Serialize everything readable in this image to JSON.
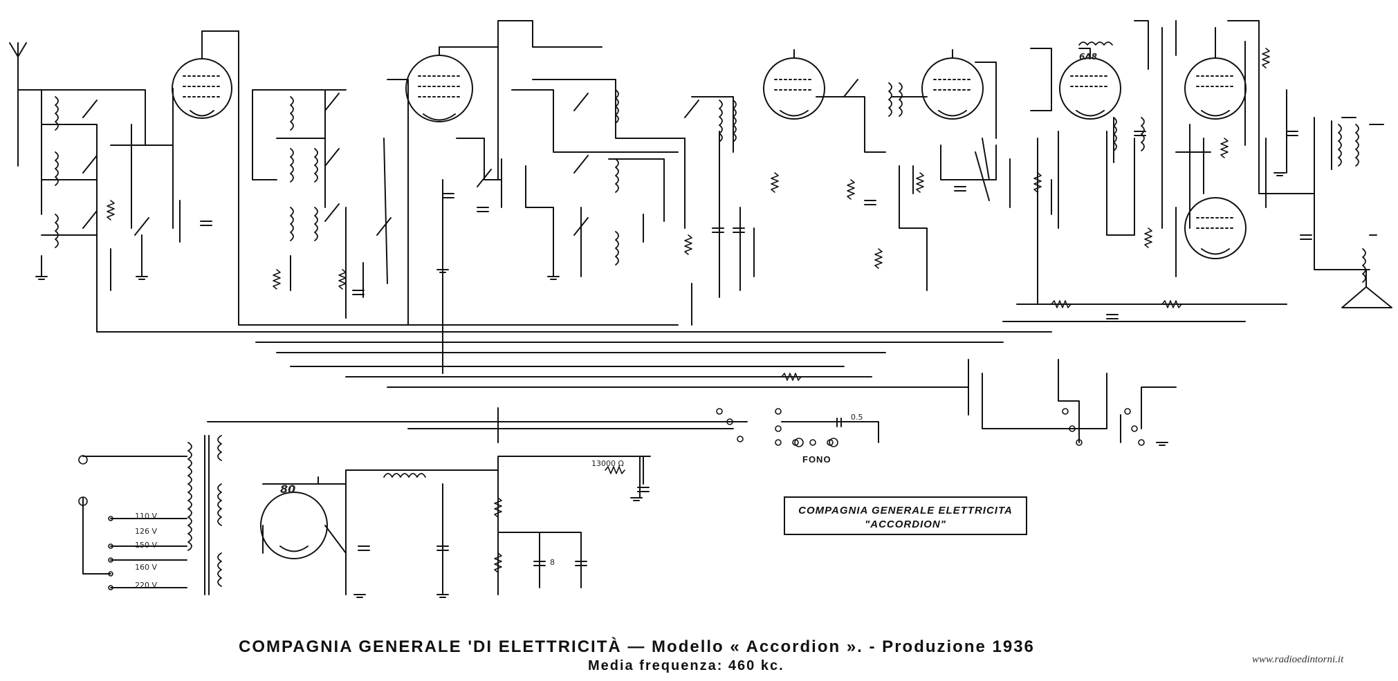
{
  "title_box": {
    "line1": "COMPAGNIA GENERALE ELETTRICITA",
    "line2": "\"ACCORDION\""
  },
  "caption": {
    "line1": "COMPAGNIA GENERALE 'DI ELETTRICITÀ  — Modello « Accordion ».  - Produzione 1936",
    "line2": "Media frequenza: 460 kc."
  },
  "watermark": "www.radioedintorni.it",
  "connectors": {
    "fono": "FONO"
  },
  "tubes": [
    "80",
    "6A8"
  ],
  "labels": {
    "v110": "110 V",
    "v126": "126 V",
    "v150": "150 V",
    "v160": "160 V",
    "v220": "220 V",
    "r13000": "13000 Ω",
    "c05": "0.5",
    "c8": "8"
  }
}
